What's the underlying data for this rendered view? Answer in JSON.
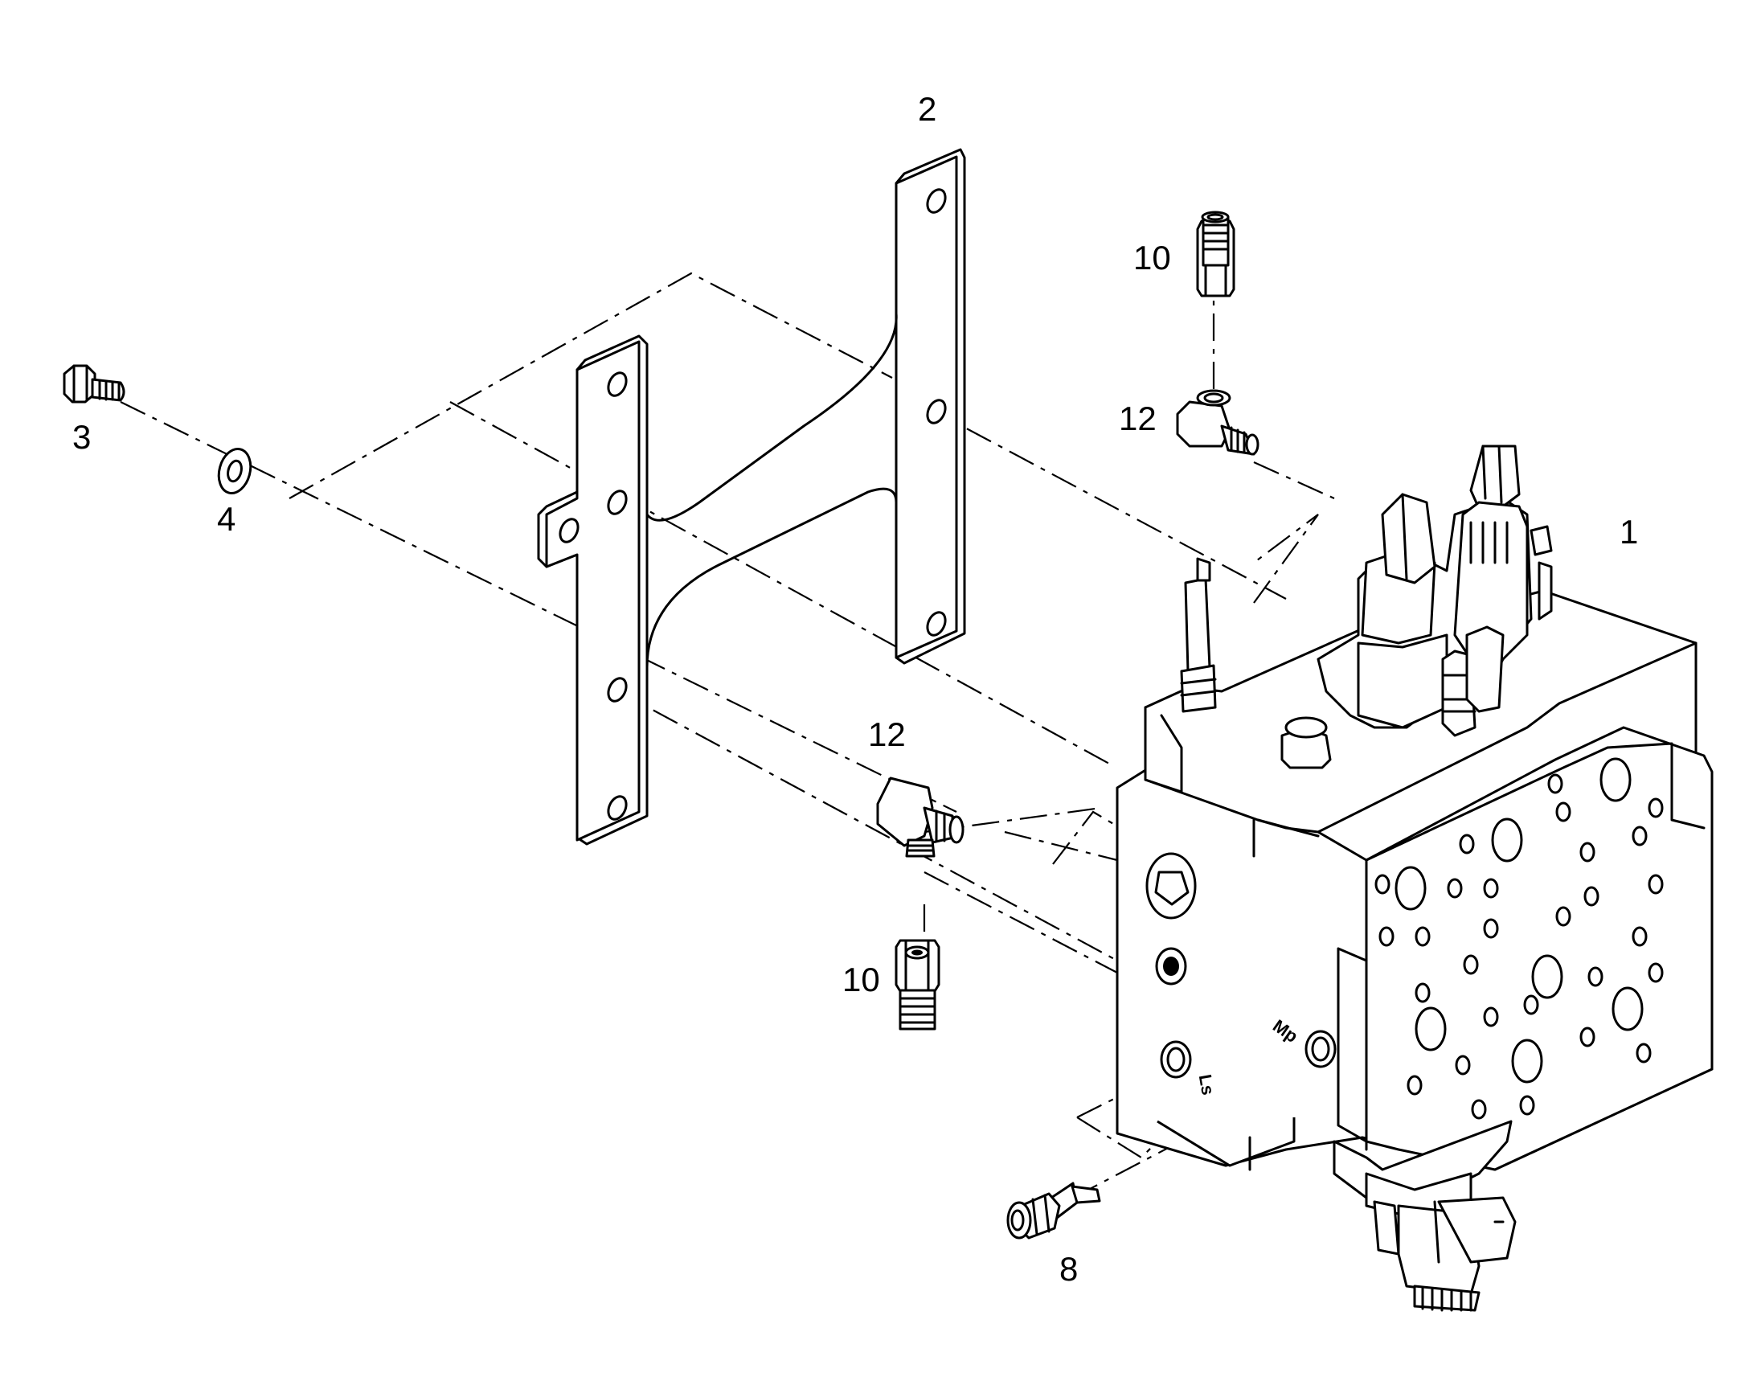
{
  "callouts": {
    "c1": "1",
    "c2": "2",
    "c3": "3",
    "c4": "4",
    "c8": "8",
    "c10_top": "10",
    "c10_bottom": "10",
    "c12_top": "12",
    "c12_bottom": "12"
  },
  "ports": {
    "ls": "Ls",
    "mp": "Mp"
  }
}
